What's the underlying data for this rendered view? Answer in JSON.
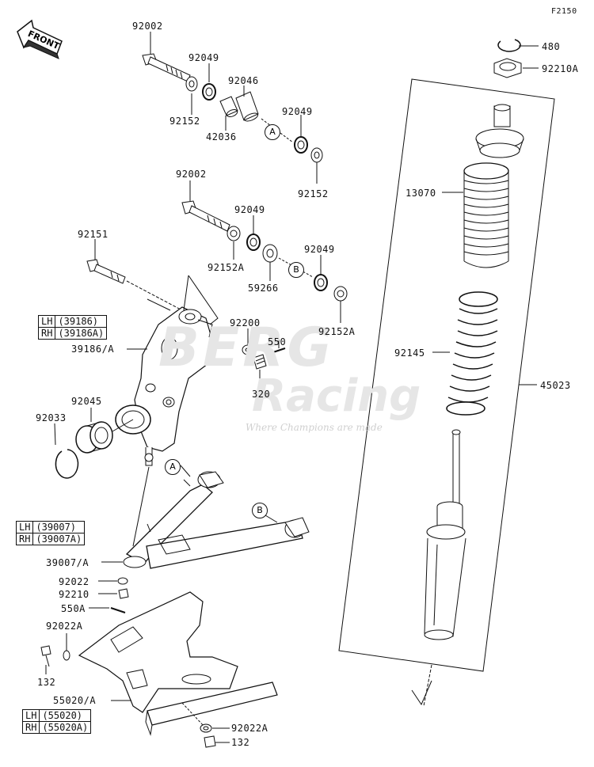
{
  "figure_code": "F2150",
  "direction_label": "FRONT",
  "watermark": {
    "brand_top": "BERG",
    "brand_bottom": "Racing",
    "tagline": "Where Champions are made"
  },
  "ref_markers": {
    "a": "A",
    "b": "B"
  },
  "labels": {
    "p92002_top": "92002",
    "p92049_top": "92049",
    "p92046": "92046",
    "p92152_top": "92152",
    "p42036": "42036",
    "p92049_mid": "92049",
    "p92152_mid": "92152",
    "p92002_mid": "92002",
    "p92049_mid2": "92049",
    "p92152A_mid": "92152A",
    "p59266": "59266",
    "p92049_low": "92049",
    "p92152A_low": "92152A",
    "p92151": "92151",
    "p92200": "92200",
    "p550": "550",
    "p320": "320",
    "p39186A": "39186/A",
    "p92045": "92045",
    "p92033": "92033",
    "p39007A": "39007/A",
    "p92022": "92022",
    "p92210": "92210",
    "p550A": "550A",
    "p92022A_left": "92022A",
    "p132_left": "132",
    "p55020A": "55020/A",
    "p92022A_bottom": "92022A",
    "p132_bottom": "132",
    "p480": "480",
    "p92210A": "92210A",
    "p13070": "13070",
    "p92145": "92145",
    "p45023": "45023"
  },
  "side_tables": {
    "knuckle": [
      {
        "side": "LH",
        "part": "(39186)"
      },
      {
        "side": "RH",
        "part": "(39186A)"
      }
    ],
    "arm": [
      {
        "side": "LH",
        "part": "(39007)"
      },
      {
        "side": "RH",
        "part": "(39007A)"
      }
    ],
    "guard": [
      {
        "side": "LH",
        "part": "(55020)"
      },
      {
        "side": "RH",
        "part": "(55020A)"
      }
    ]
  }
}
